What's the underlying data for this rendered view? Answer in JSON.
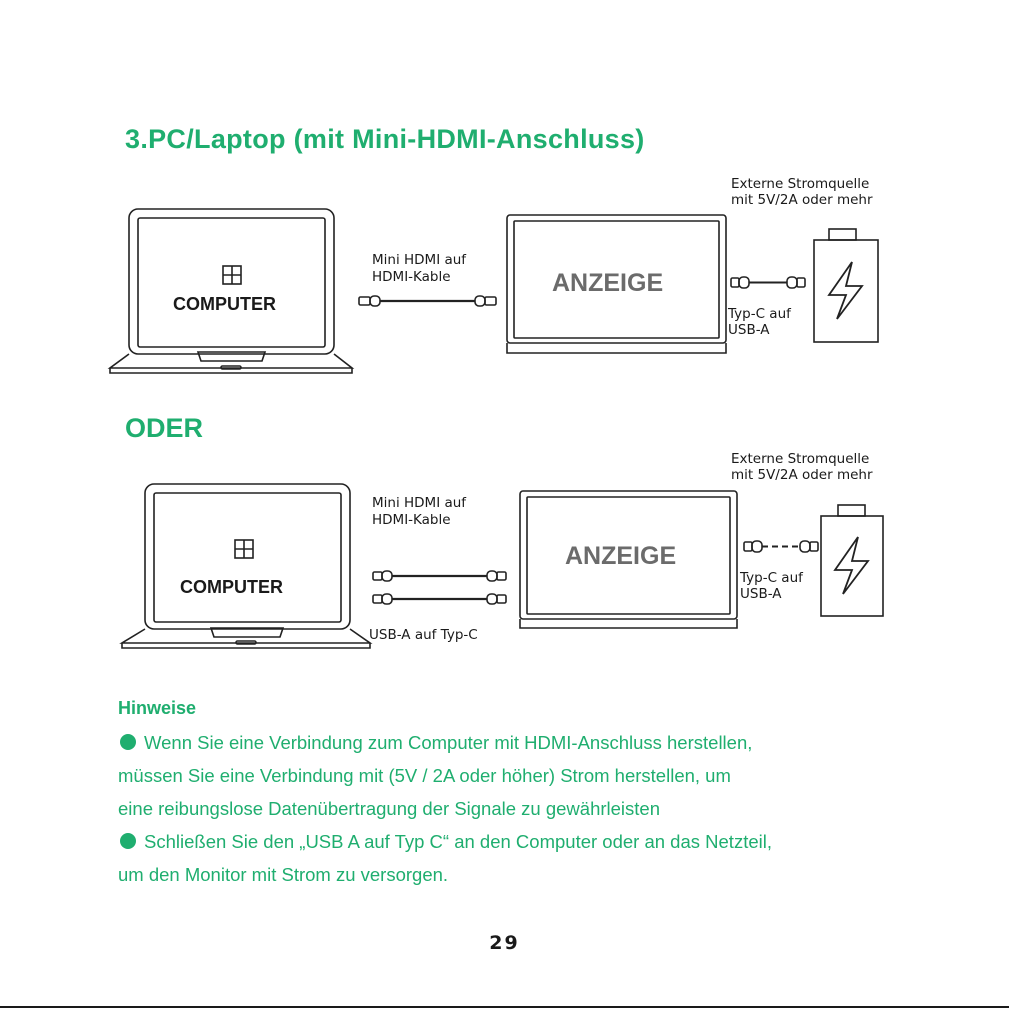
{
  "heading": "3.PC/Laptop (mit Mini-HDMI-Anschluss)",
  "or_heading": "ODER",
  "diagram1": {
    "computer_label": "COMPUTER",
    "cable_label_1": "Mini HDMI auf",
    "cable_label_2": "HDMI-Kable",
    "display_label": "ANZEIGE",
    "power_label_1": "Externe Stromquelle",
    "power_label_2": "mit 5V/2A oder mehr",
    "typec_label_1": "Typ-C auf",
    "typec_label_2": "USB-A"
  },
  "diagram2": {
    "computer_label": "COMPUTER",
    "cable_label_1": "Mini HDMI auf",
    "cable_label_2": "HDMI-Kable",
    "display_label": "ANZEIGE",
    "power_label_1": "Externe Stromquelle",
    "power_label_2": "mit 5V/2A oder mehr",
    "typec_label_1": "Typ-C auf",
    "typec_label_2": "USB-A",
    "usb_label": "USB-A auf Typ-C"
  },
  "notes": {
    "title": "Hinweise",
    "line1": "Wenn Sie eine Verbindung zum Computer mit HDMI-Anschluss herstellen,",
    "line2": "müssen Sie eine Verbindung mit (5V / 2A oder höher) Strom herstellen, um",
    "line3": "eine reibungslose Datenübertragung der Signale zu gewährleisten",
    "line4": "Schließen Sie den „USB A auf Typ C“ an den Computer oder an das Netzteil,",
    "line5": "um den Monitor mit Strom zu versorgen."
  },
  "page_number": "29",
  "colors": {
    "accent": "#1fae6f",
    "text": "#1a1a1a"
  },
  "icons": [
    "windows-logo-icon",
    "lightning-bolt-icon",
    "cable-connector-icon"
  ]
}
